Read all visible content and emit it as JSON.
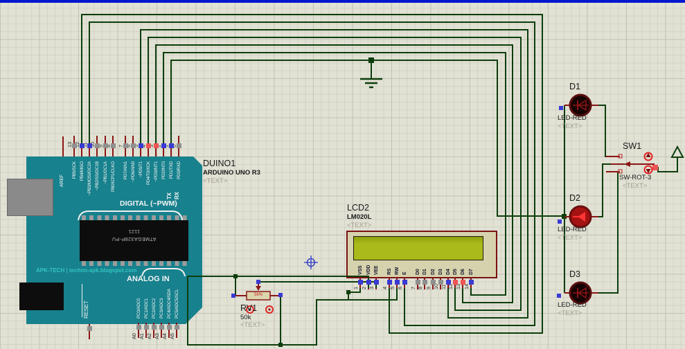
{
  "arduino": {
    "ref": "DUINO1",
    "value": "ARDUINO UNO R3",
    "placeholder": "<TEXT>",
    "labels": {
      "digital_section": "DIGITAL (~PWM)",
      "analog_section": "ANALOG IN",
      "aref": "AREF",
      "reset": "RESET",
      "tx": "TX",
      "rx": "RX",
      "brand": "APK-TECH | techno-apk.blogspot.com",
      "chip_line1": "ATMEGA328P-PU",
      "chip_line2": "1121"
    },
    "digital_pins": [
      {
        "num": "13",
        "label": "PB5/SCK",
        "square": "gray"
      },
      {
        "num": "12",
        "label": "PB4/MISO",
        "square": "blue"
      },
      {
        "num": "11",
        "label": "~PB3/MOSI/OC2A",
        "square": "blue"
      },
      {
        "num": "10",
        "label": "~PB2/SS/OC1B",
        "square": "gray"
      },
      {
        "num": "9",
        "label": "~PB1/OC1A",
        "square": "gray"
      },
      {
        "num": "8",
        "label": "PB0/ICP1/CLKO",
        "square": "gray"
      },
      {
        "num": "7",
        "label": "PD7/AIN1",
        "square": "gray"
      },
      {
        "num": "6",
        "label": "~PD6/AIN0",
        "square": "gray"
      },
      {
        "num": "5",
        "label": "~PD5/T1",
        "square": "blue"
      },
      {
        "num": "4",
        "label": "PD4/T0/XCK",
        "square": "red"
      },
      {
        "num": "3",
        "label": "~PD3/INT1",
        "square": "red"
      },
      {
        "num": "2",
        "label": "PD2/INT0",
        "square": "blue"
      },
      {
        "num": "1",
        "label": "PD1/TXD",
        "square": "blue"
      },
      {
        "num": "0",
        "label": "PD0/RXD",
        "square": "gray"
      }
    ],
    "analog_pins": [
      {
        "num": "A0",
        "label": "PC0/ADC0"
      },
      {
        "num": "A1",
        "label": "PC1/ADC1"
      },
      {
        "num": "A2",
        "label": "PC2/ADC2"
      },
      {
        "num": "A3",
        "label": "PC3/ADC3"
      },
      {
        "num": "A4",
        "label": "PC4/ADC4/SDA"
      },
      {
        "num": "A5",
        "label": "PC5/ADC5/SCL"
      }
    ]
  },
  "lcd": {
    "ref": "LCD2",
    "value": "LM020L",
    "placeholder": "<TEXT>",
    "pins": [
      {
        "num": "1",
        "label": "VSS",
        "square": "blue"
      },
      {
        "num": "2",
        "label": "VDD",
        "square": "blue"
      },
      {
        "num": "3",
        "label": "VEE",
        "square": "blue"
      },
      {
        "num": "4",
        "label": "RS",
        "square": "blue"
      },
      {
        "num": "5",
        "label": "RW",
        "square": "blue"
      },
      {
        "num": "6",
        "label": "E",
        "square": "blue"
      },
      {
        "num": "7",
        "label": "D0",
        "square": "gray"
      },
      {
        "num": "8",
        "label": "D1",
        "square": "gray"
      },
      {
        "num": "9",
        "label": "D2",
        "square": "gray"
      },
      {
        "num": "10",
        "label": "D3",
        "square": "gray"
      },
      {
        "num": "11",
        "label": "D4",
        "square": "blue"
      },
      {
        "num": "12",
        "label": "D5",
        "square": "red"
      },
      {
        "num": "13",
        "label": "D6",
        "square": "red"
      },
      {
        "num": "14",
        "label": "D7",
        "square": "blue"
      }
    ]
  },
  "pot": {
    "ref": "RV1",
    "value": "50k",
    "placeholder": "<TEXT>",
    "wiper_pct": "56%"
  },
  "leds": [
    {
      "ref": "D1",
      "value": "LED-RED",
      "placeholder": "<TEXT>",
      "state": "off"
    },
    {
      "ref": "D2",
      "value": "LED-RED",
      "placeholder": "<TEXT>",
      "state": "on"
    },
    {
      "ref": "D3",
      "value": "LED-RED",
      "placeholder": "<TEXT>",
      "state": "off"
    }
  ],
  "rotary_switch": {
    "ref": "SW1",
    "value": "SW-ROT-3",
    "placeholder": "<TEXT>"
  },
  "colors": {
    "wire": "#0c3e0c",
    "component_red": "#8b1515",
    "board_teal": "#17818d",
    "screen_green": "#a9ba1a",
    "handle_blue": "#3a3ad4",
    "pin_red": "#ef5555",
    "pin_gray": "#8f8f8f"
  }
}
